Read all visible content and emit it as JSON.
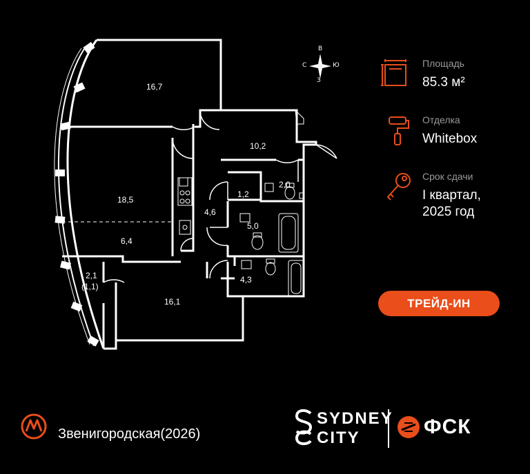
{
  "plan": {
    "rooms": [
      {
        "id": "bedroom-1",
        "area": "16,7"
      },
      {
        "id": "living",
        "area": "18,5"
      },
      {
        "id": "kitchen",
        "area": "6,4"
      },
      {
        "id": "balcony",
        "area": "2,1"
      },
      {
        "id": "balcony-reduced",
        "area": "(1,1)"
      },
      {
        "id": "bedroom-2",
        "area": "16,1"
      },
      {
        "id": "bedroom-3",
        "area": "10,2"
      },
      {
        "id": "wardrobe",
        "area": "1,2"
      },
      {
        "id": "wc",
        "area": "2,0"
      },
      {
        "id": "hall",
        "area": "4,6"
      },
      {
        "id": "bath-1",
        "area": "5,0"
      },
      {
        "id": "bath-2",
        "area": "4,3"
      }
    ]
  },
  "compass": {
    "n": "В",
    "s": "З",
    "w": "С",
    "e": "Ю"
  },
  "info": {
    "area": {
      "caption": "Площадь",
      "value": "85.3 м²"
    },
    "finish": {
      "caption": "Отделка",
      "value": "Whitebox"
    },
    "deadline": {
      "caption": "Срок сдачи",
      "line1": "I квартал,",
      "line2": "2025 год"
    }
  },
  "trade_in": {
    "label": "ТРЕЙД-ИН"
  },
  "metro": {
    "station": "Звенигородская(2026)"
  },
  "brand": {
    "line1": "SYDNEY",
    "line2": "CITY",
    "developer": "ФСК"
  },
  "colors": {
    "accent": "#e94e1b",
    "background": "#000000",
    "caption": "#9a9a9a"
  }
}
